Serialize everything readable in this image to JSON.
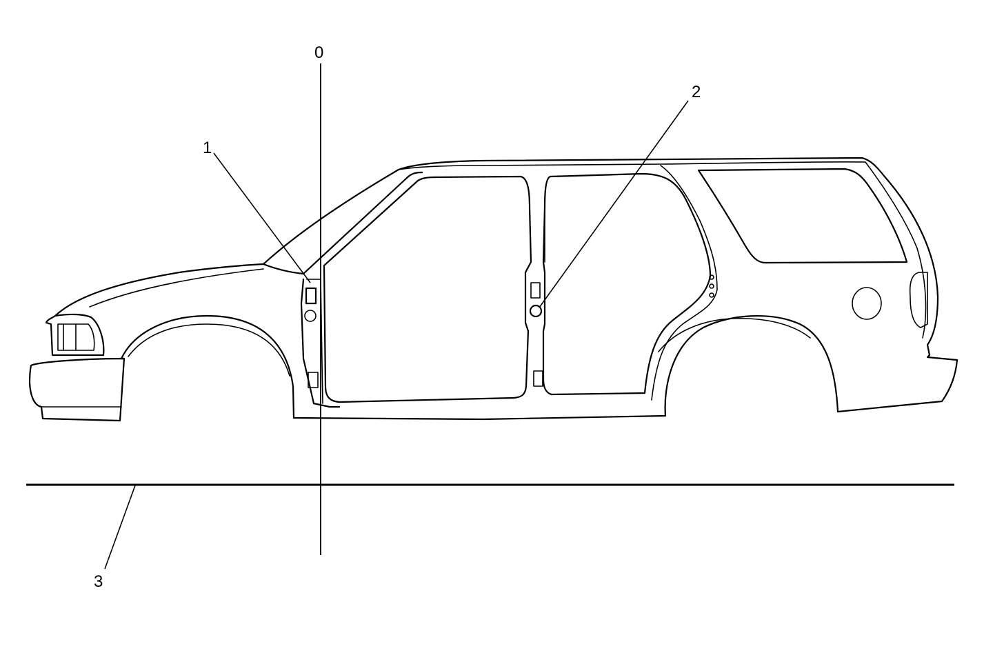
{
  "callouts": [
    {
      "id": "0",
      "label": "0"
    },
    {
      "id": "1",
      "label": "1"
    },
    {
      "id": "2",
      "label": "2"
    },
    {
      "id": "3",
      "label": "3"
    }
  ],
  "colors": {
    "line": "#000000",
    "background": "#ffffff"
  }
}
